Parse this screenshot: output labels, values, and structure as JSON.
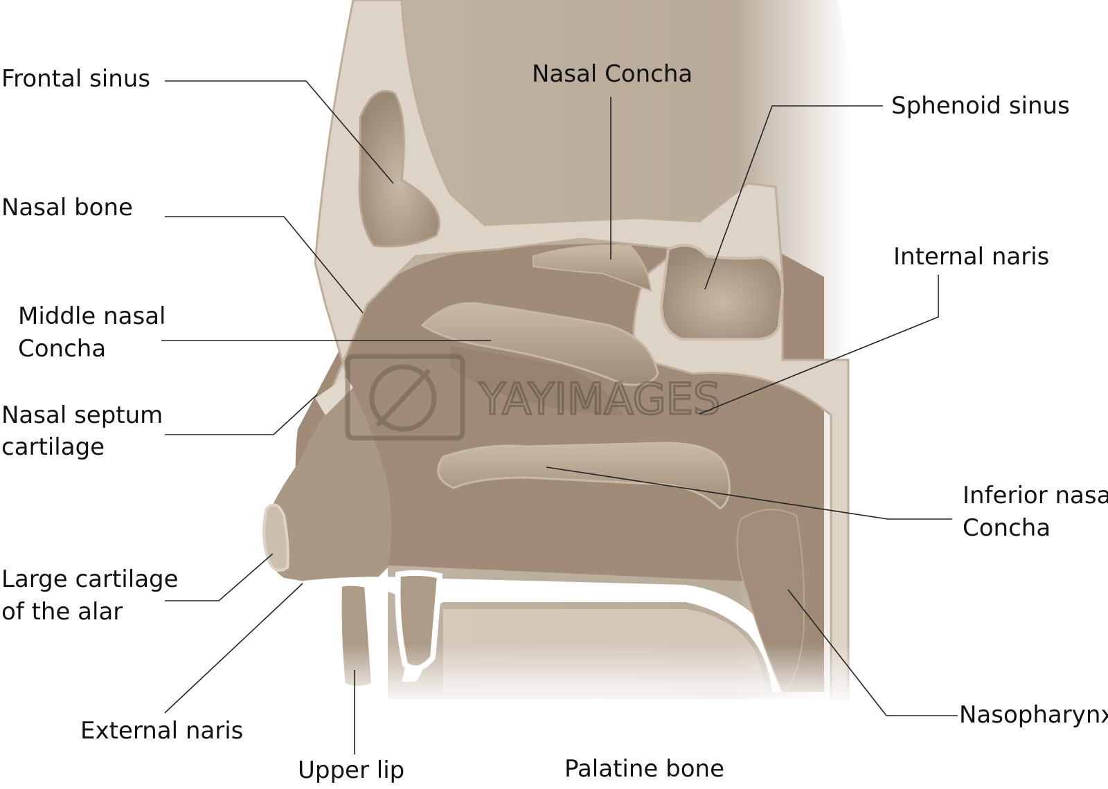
{
  "labels": {
    "frontal_sinus": "Frontal sinus",
    "nasal_bone": "Nasal bone",
    "middle_nasal_concha_1": "Middle nasal",
    "middle_nasal_concha_2": "Concha",
    "nasal_septum_cartilage_1": "Nasal septum",
    "nasal_septum_cartilage_2": "cartilage",
    "large_cartilage_1": "Large cartilage",
    "large_cartilage_2": "of the alar",
    "external_naris": "External naris",
    "upper_lip": "Upper lip",
    "palatine_bone": "Palatine bone",
    "nasal_concha": "Nasal Concha",
    "sphenoid_sinus": "Sphenoid sinus",
    "internal_naris": "Internal naris",
    "inferior_nasal_concha_1": "Inferior nasal",
    "inferior_nasal_concha_2": "Concha",
    "nasopharynx": "Nasopharynx"
  },
  "watermark": "YAYIMAGES",
  "colors": {
    "bone": "#ddd3c6",
    "bone_edge": "#bfae9a",
    "cavity": "#a18e7b",
    "cavity_dark": "#8d7a67",
    "skin": "#ad9a86",
    "white": "#ffffff",
    "leader": "#222222"
  }
}
